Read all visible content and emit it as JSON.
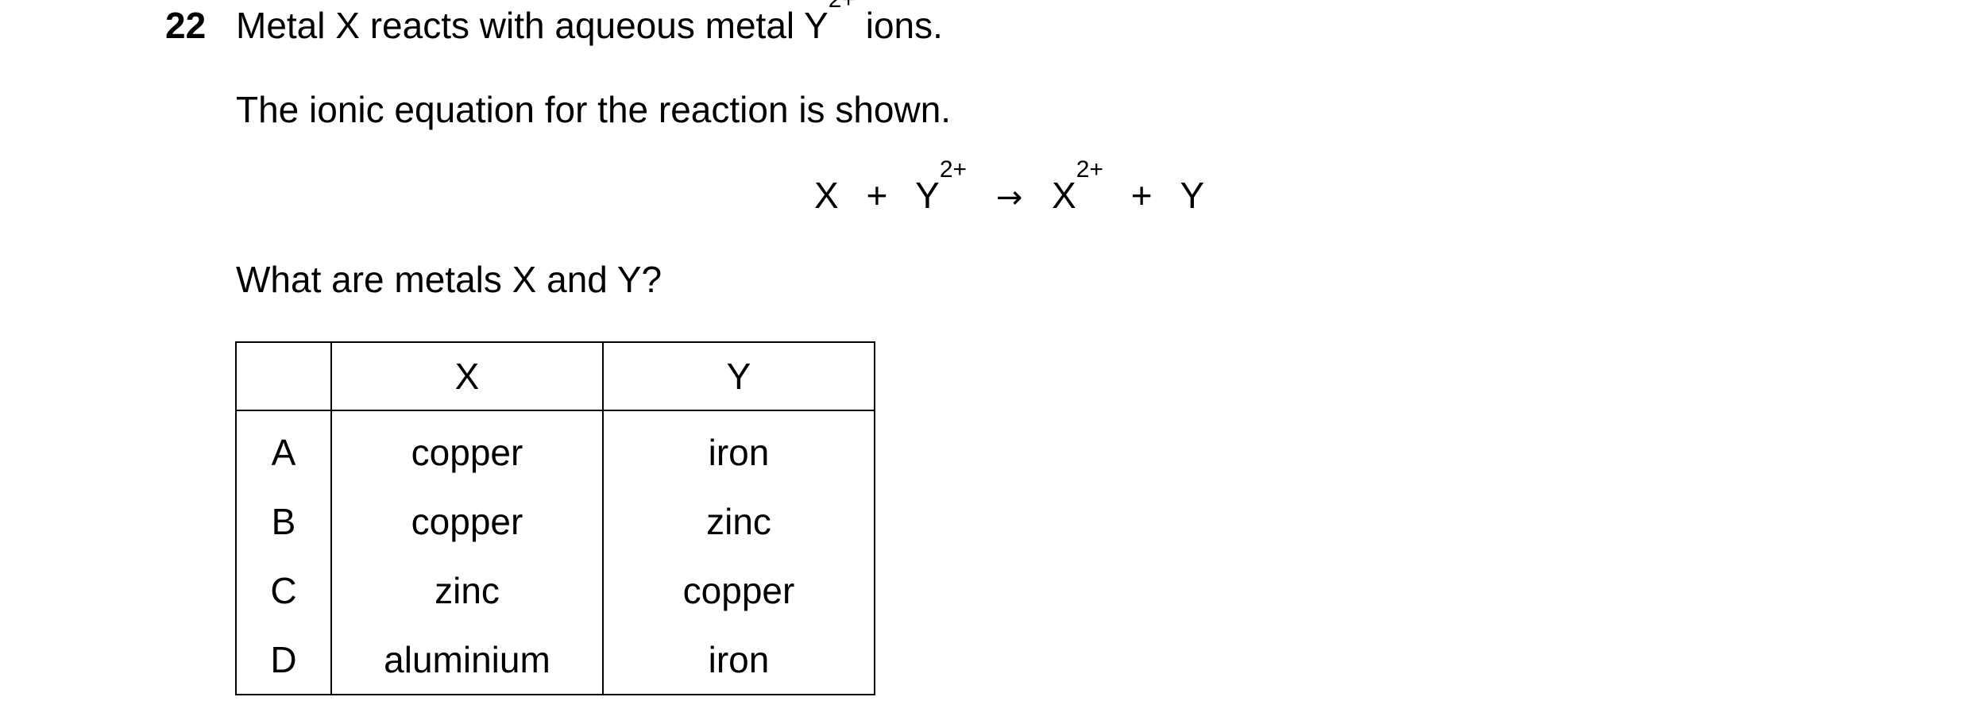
{
  "question": {
    "number": "22",
    "line1_prefix": "Metal X reacts with aqueous metal Y",
    "line1_sup": "2+",
    "line1_suffix": " ions.",
    "line2": "The ionic equation for the reaction is shown.",
    "line3": "What are metals X and Y?"
  },
  "equation": {
    "reactant1": "X",
    "plus1": "+",
    "reactant2": "Y",
    "reactant2_charge": "2+",
    "arrow": "→",
    "product1": "X",
    "product1_charge": "2+",
    "plus2": "+",
    "product2": "Y"
  },
  "table": {
    "headers": [
      "",
      "X",
      "Y"
    ],
    "rows": [
      {
        "option": "A",
        "x": "copper",
        "y": "iron"
      },
      {
        "option": "B",
        "x": "copper",
        "y": "zinc"
      },
      {
        "option": "C",
        "x": "zinc",
        "y": "copper"
      },
      {
        "option": "D",
        "x": "aluminium",
        "y": "iron"
      }
    ]
  }
}
